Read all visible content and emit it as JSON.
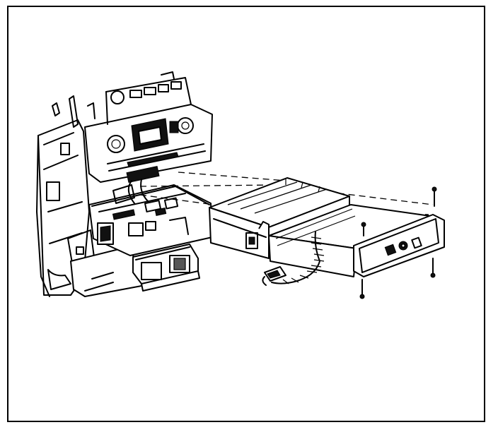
{
  "figure": {
    "type": "line-art-exploded-view",
    "subject": "radio-receiver-removal-from-instrument-panel",
    "colors": {
      "ink": "#000000",
      "paper": "#ffffff"
    },
    "parts": [
      "instrument-panel-carrier",
      "hvac-control-head",
      "radio-receiver",
      "radio-bracket-faceplate",
      "mounting-screws",
      "wiring-harness-connector",
      "antenna-cable"
    ]
  }
}
